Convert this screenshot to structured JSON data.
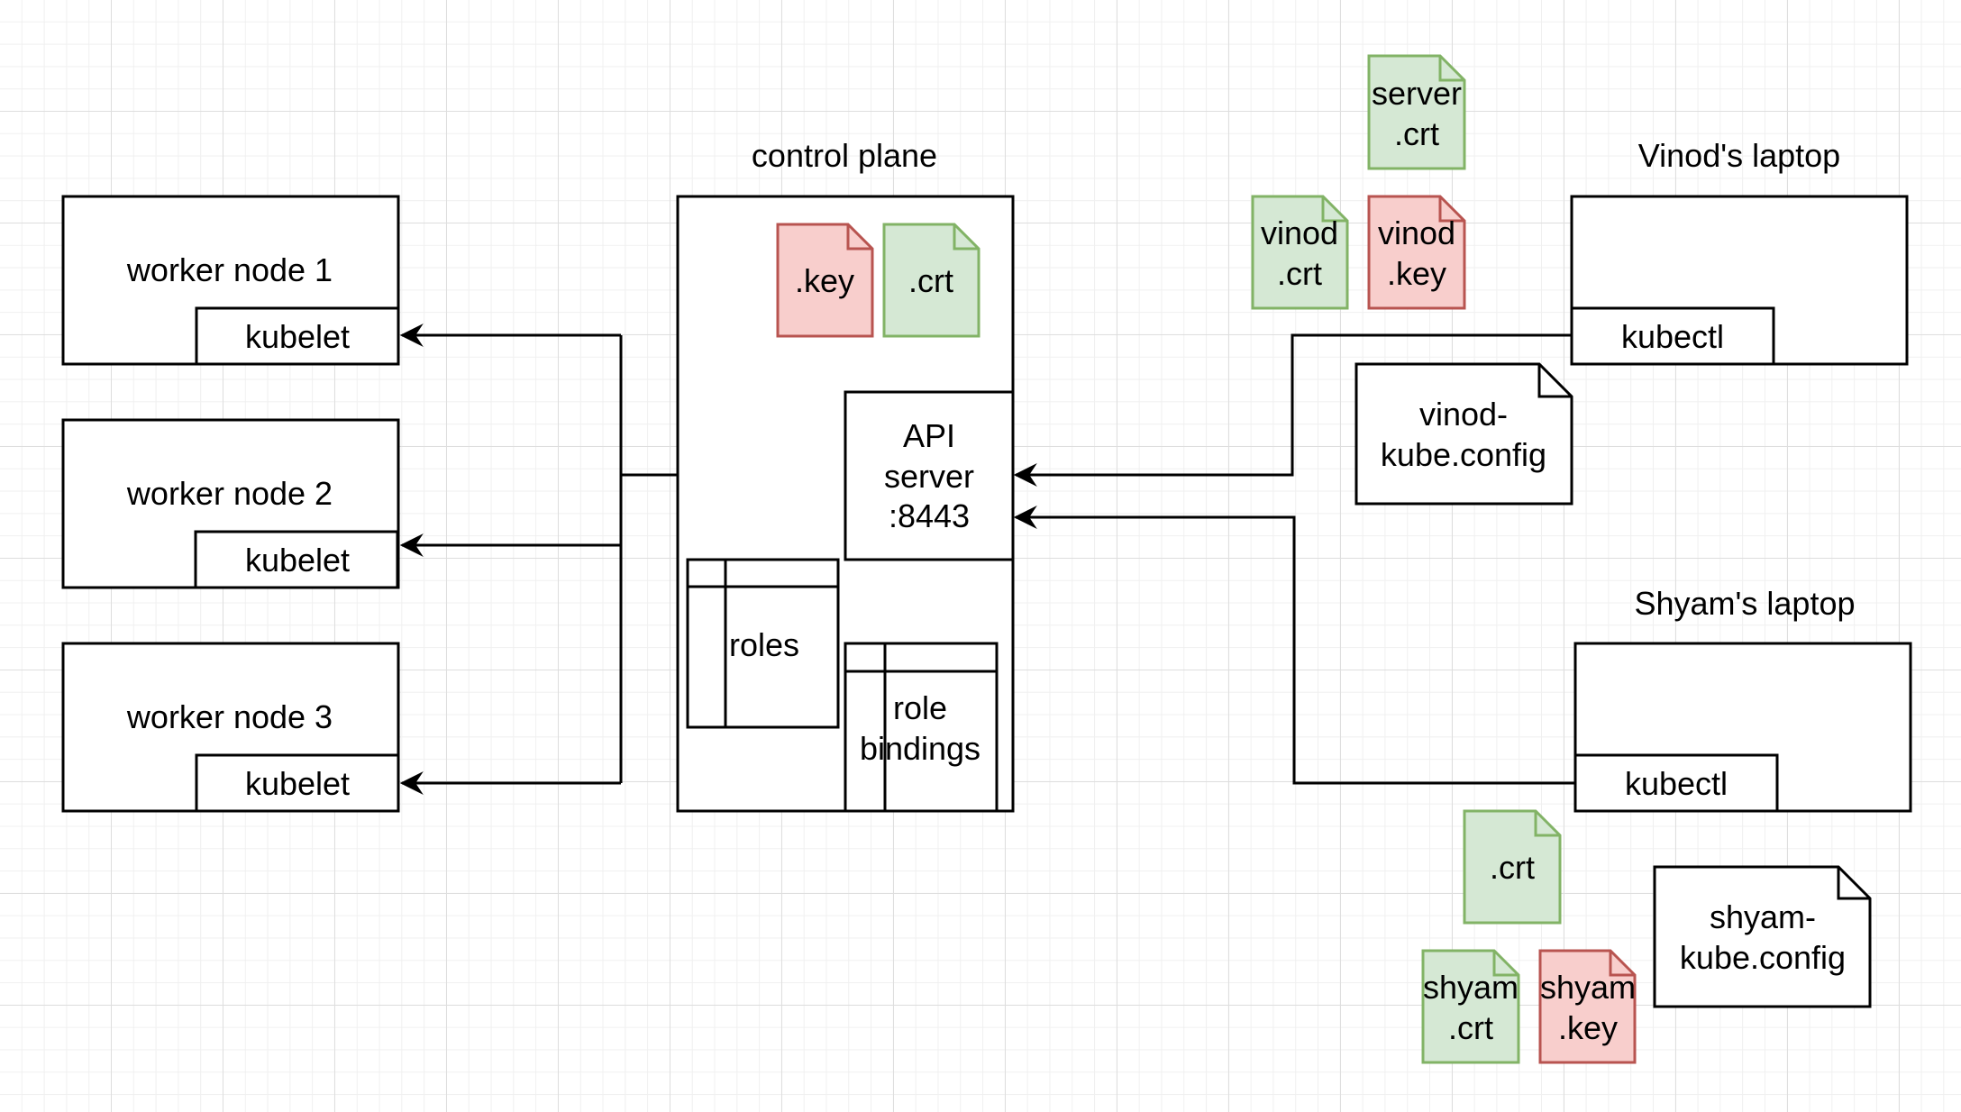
{
  "colors": {
    "cert_fill": "#d5e8d4",
    "cert_stroke": "#82b366",
    "key_fill": "#f8cecc",
    "key_stroke": "#b85450",
    "line": "#000000"
  },
  "workers": [
    {
      "name": "worker node 1",
      "agent": "kubelet"
    },
    {
      "name": "worker node 2",
      "agent": "kubelet"
    },
    {
      "name": "worker node 3",
      "agent": "kubelet"
    }
  ],
  "control_plane": {
    "title": "control plane",
    "key_label": ".key",
    "crt_label": ".crt",
    "api_server": [
      "API",
      "server",
      ":8443"
    ],
    "roles": "roles",
    "role_bindings": [
      "role",
      "bindings"
    ]
  },
  "vinod": {
    "title": "Vinod's laptop",
    "tool": "kubectl",
    "config": [
      "vinod-",
      "kube.config"
    ],
    "server_crt": [
      "server",
      ".crt"
    ],
    "crt": [
      "vinod",
      ".crt"
    ],
    "key": [
      "vinod",
      ".key"
    ]
  },
  "shyam": {
    "title": "Shyam's laptop",
    "tool": "kubectl",
    "config": [
      "shyam-",
      "kube.config"
    ],
    "ca_crt": ".crt",
    "crt": [
      "shyam",
      ".crt"
    ],
    "key": [
      "shyam",
      ".key"
    ]
  }
}
